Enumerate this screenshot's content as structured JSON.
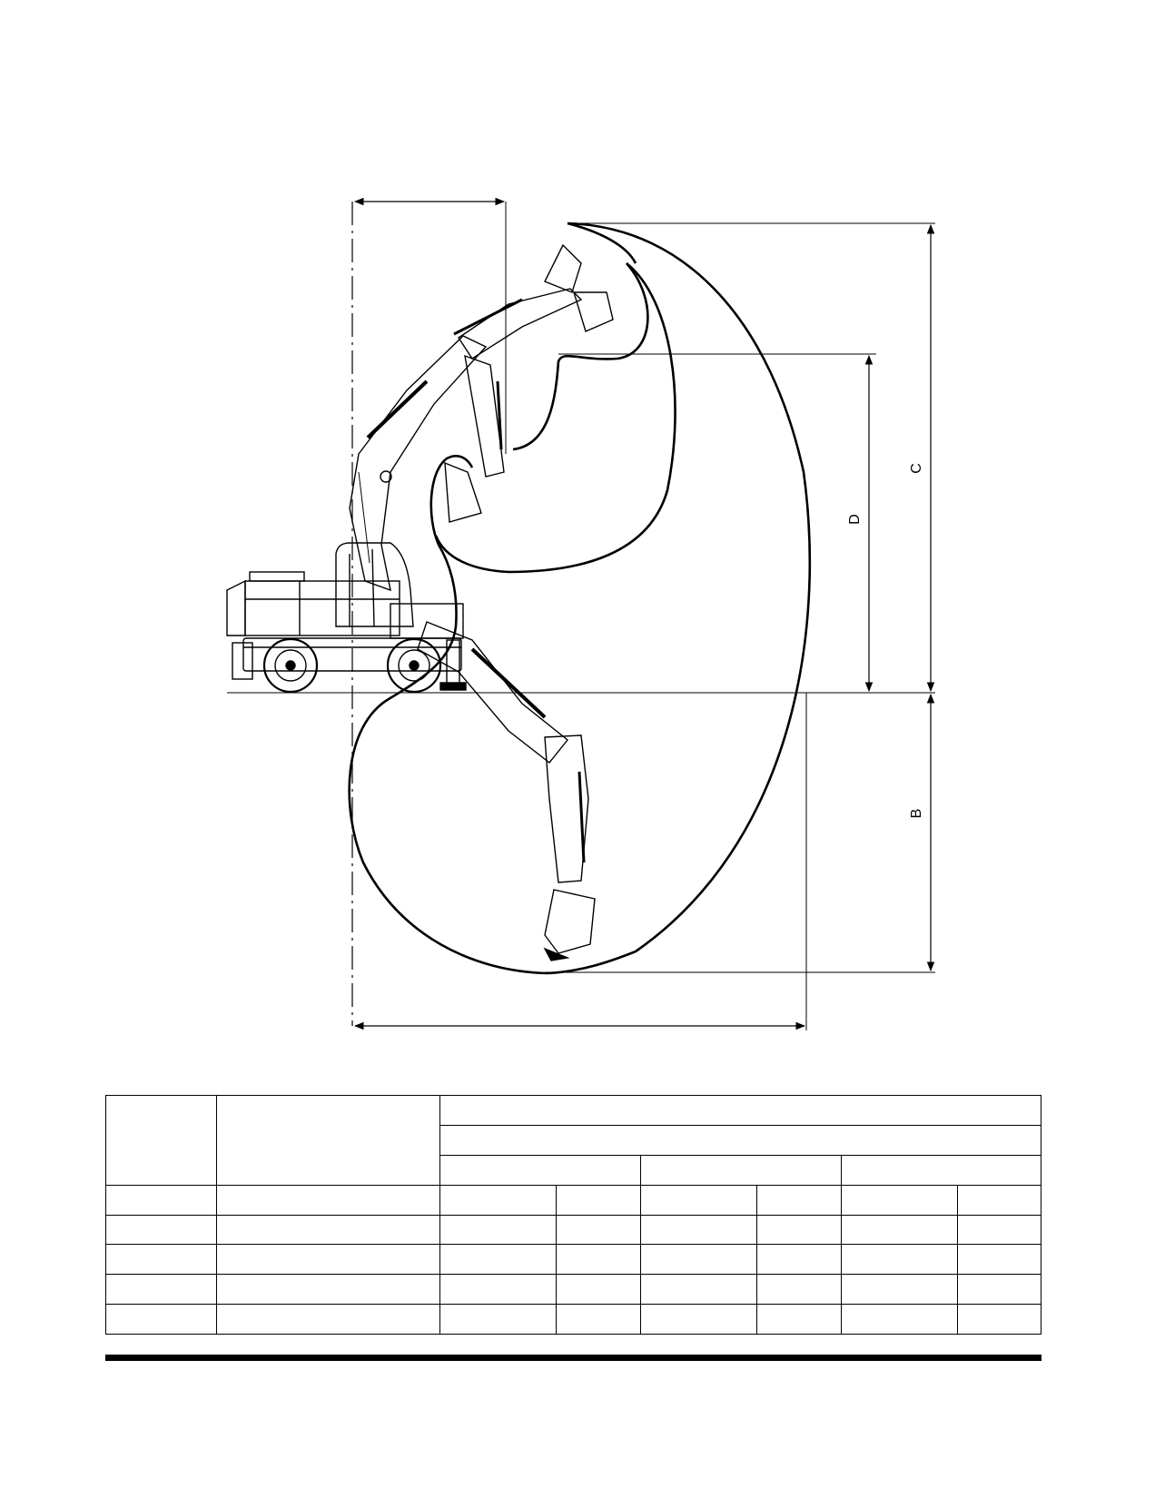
{
  "diagram": {
    "dimension_labels": {
      "c": "C",
      "d": "D",
      "b": "B"
    }
  },
  "table": {
    "row_count": 8,
    "cells": []
  }
}
